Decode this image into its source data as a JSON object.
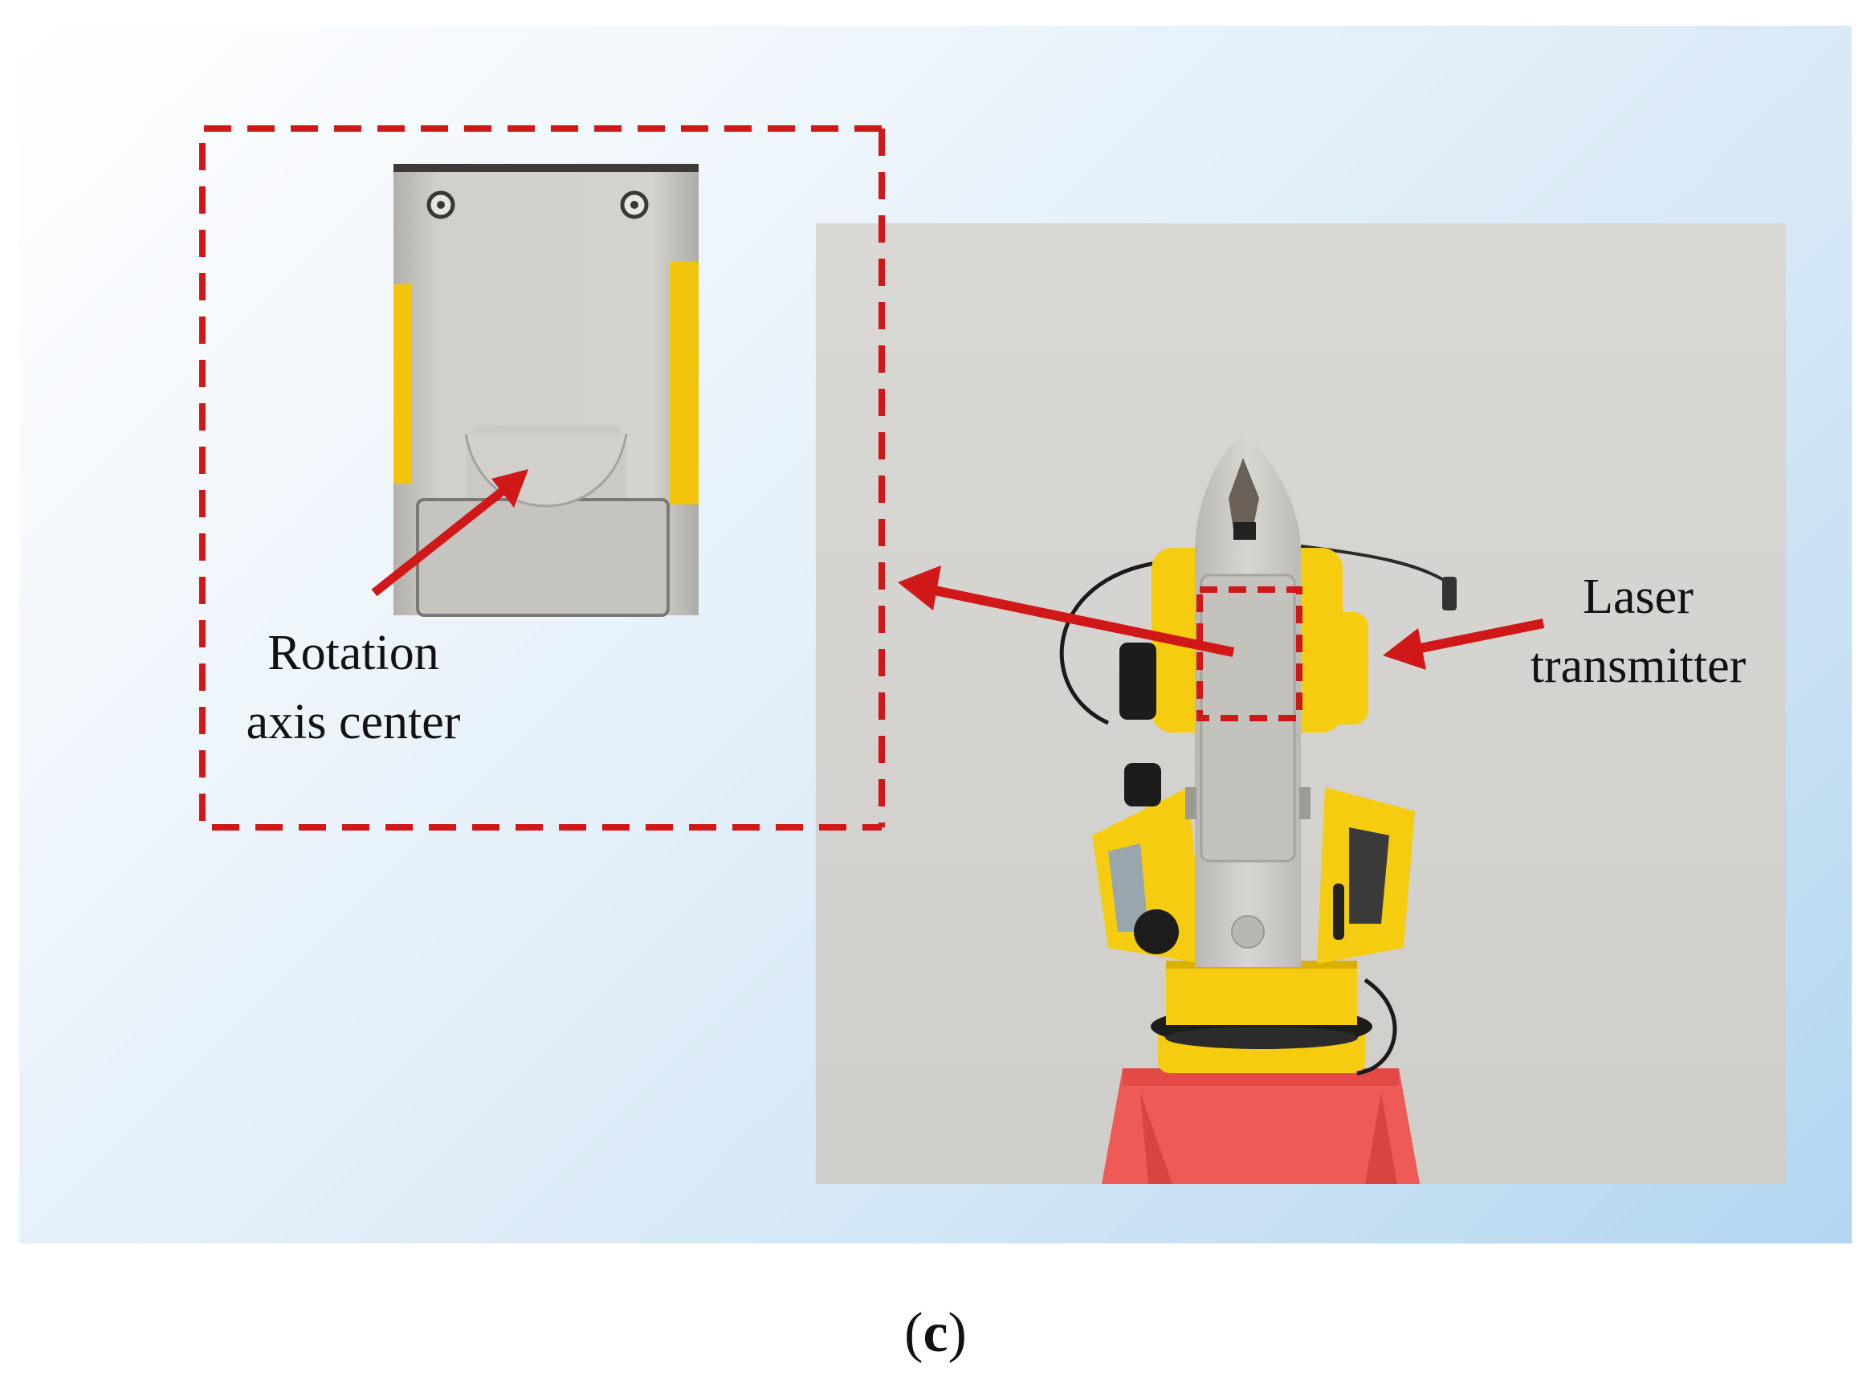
{
  "labels": {
    "rotation_line1": "Rotation",
    "rotation_line2": "axis center",
    "laser_line1": "Laser",
    "laser_line2": "transmitter"
  },
  "caption": {
    "open": "(",
    "letter": "c",
    "close": ")"
  },
  "colors": {
    "accent_red": "#d01818",
    "instrument_yellow": "#f5cc10",
    "instrument_gray": "#c9c7c2",
    "tripod_red": "#ee5a55",
    "background_blue": "#b3d6f0"
  },
  "icons": {
    "arrow": "red-arrow-icon",
    "screw": "screw-icon"
  }
}
